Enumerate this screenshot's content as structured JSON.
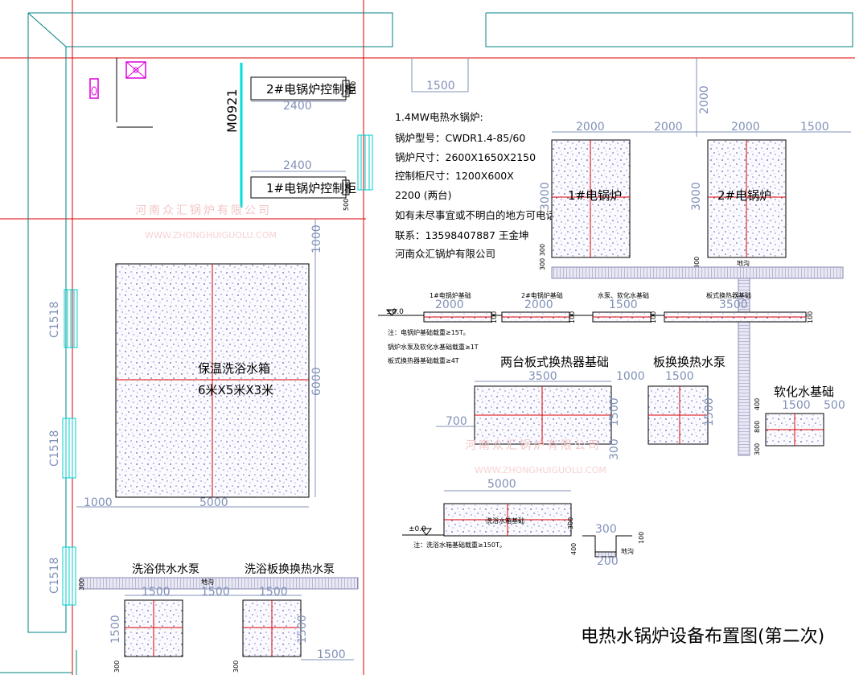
{
  "title": "电热水锅炉设备布置图(第二次)",
  "cabinets": {
    "cabinet2": "2#电锅炉控制柜",
    "cabinet1": "1#电锅炉控制柜"
  },
  "door_label": "M0921",
  "windows": [
    "C1518",
    "C1518",
    "C1518"
  ],
  "notes": {
    "boiler_type": "1.4MW电热水锅炉:",
    "model": "锅炉型号：CWDR1.4-85/60",
    "size": "锅炉尺寸：2600X1650X2150",
    "cabinet_size_1": "控制柜尺寸：1200X600X",
    "cabinet_size_2": "2200 (两台)",
    "contact_note": "如有未尽事宜或不明白的地方可电话",
    "contact": "联系：13598407887 王金坤",
    "company": "河南众汇锅炉有限公司"
  },
  "boilers": {
    "b1": "1#电锅炉",
    "b2": "2#电锅炉",
    "trench": "地沟"
  },
  "tank": {
    "name": "保温洗浴水箱",
    "size": "6米X5米X3米"
  },
  "sections": {
    "b1_base": "1#电锅炉基础",
    "b2_base": "2#电锅炉基础",
    "pump_base": "水泵、软化水基础",
    "hx_base": "板式换热器基础",
    "elev": "±0.0",
    "note1": "注：电锅炉基础载重≥15T。",
    "note2": "锅炉水泵及软化水基础载重≥1T",
    "note3": "板式换热器基础载重≥4T",
    "tank_base": "洗浴水箱基础",
    "tank_note": "注：洗浴水箱基础载重≥150T。",
    "trench": "地沟"
  },
  "equipment": {
    "hx_base": "两台板式换热器基础",
    "hx_pump": "板换换热水泵",
    "softener": "软化水基础",
    "bath_pump": "洗浴供水水泵",
    "bath_hx_pump": "洗浴板换换热水泵",
    "trench": "地沟"
  },
  "watermark": {
    "company": "河南众汇锅炉有限公司",
    "url": "WWW.ZHONGHUIGUOLU.COM"
  },
  "dims": {
    "d1500a": "1500",
    "d2000v": "2000",
    "d2400a": "2400",
    "d2400b": "2400",
    "d500a": "500",
    "d500b": "500",
    "d1000v": "1000",
    "d6000": "6000",
    "d1000a": "1000",
    "d5000a": "5000",
    "b_2000a": "2000",
    "b_2000b": "2000",
    "b_2000c": "2000",
    "b_1500": "1500",
    "b_3000a": "3000",
    "b_3000b": "3000",
    "b_300": "300 300",
    "b_300b": "300",
    "s_2000a": "2000",
    "s_2000b": "2000",
    "s_1500": "1500",
    "s_3500": "3500",
    "s_100a": "100",
    "s_100b": "100",
    "s_100c": "100",
    "s_100d": "100",
    "hx_3500": "3500",
    "hx_1000": "1000",
    "hx_1500": "1500",
    "hx_700": "700",
    "hx_1500v": "1500",
    "hx_300v": "300",
    "pump_1500v": "1500",
    "soft_1500": "1500",
    "soft_500": "500",
    "soft_400": "400",
    "soft_800": "800",
    "soft_300": "300",
    "tk_5000": "5000",
    "tk_300a": "300",
    "tk_300b": "300",
    "tk_100": "100",
    "tk_400": "400",
    "tk_200": "200",
    "bp_300": "300",
    "bp_1500a": "1500",
    "bp_1500b": "1500",
    "bp_1500c": "1500",
    "bp_1500v": "1500",
    "bp_1500v2": "1500",
    "bp_300b": "300",
    "bp_300c": "300",
    "bp_1500d": "1500"
  },
  "colors": {
    "wall": "#008080",
    "grid": "#dd0000",
    "dim": "#8090b8",
    "pipe": "#00dddd",
    "magenta": "#dd00dd",
    "trench": "#9090b8"
  }
}
